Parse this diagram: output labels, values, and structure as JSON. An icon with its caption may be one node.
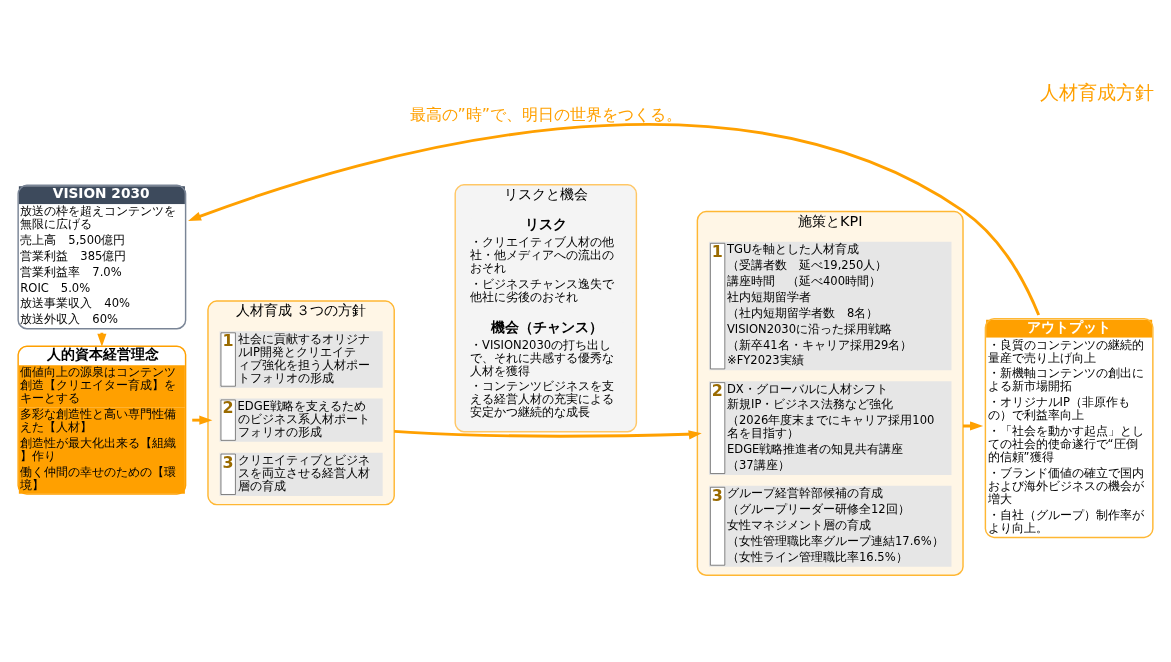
{
  "diagram": {
    "title": "人材育成方針",
    "nodes": [
      {
        "text": [
          "VISION 2030",
          "放送の枠を超えコンテンツを無限に広げる",
          "売上高　5,500億円",
          "営業利益　385億円",
          "営業利益率　7.0%",
          "ROIC　5.0%",
          "放送事業収入　40%",
          "放送外収入　60%"
        ]
      },
      {
        "text": [
          "人的資本経営理念",
          "価値向上の源泉はコンテンツ創造【クリエイター育成】をキーとする",
          "多彩な創造性と高い専門性備えた【人材】",
          "創造性が最大化出来る【組織】作り",
          "働く仲間の幸せのための【環境】"
        ]
      },
      {
        "text": [
          "人材育成 ３つの方針"
        ]
      },
      {
        "text": [
          "1",
          "社会に貢献するオリジナルIP開発とクリエイティブ強化を担う人材ポートフォリオの形成"
        ],
        "in": 2
      },
      {
        "text": [
          "2",
          "EDGE戦略を支えるためのビジネス系人材ポートフォリオの形成"
        ],
        "in": 2
      },
      {
        "text": [
          "3",
          "クリエイティブとビジネスを両立させる経営人材層の育成"
        ],
        "in": 2
      },
      {
        "text": [
          "リスクと機会"
        ]
      },
      {
        "text": [
          "リスク",
          "・クリエイティブ人材の他社・他メディアへの流出のおそれ",
          "・ビジネスチャンス逸失で他社に劣後のおそれ"
        ],
        "in": 6
      },
      {
        "text": [
          "機会（チャンス）",
          "・VISION2030の打ち出しで、それに共感する優秀な人材を獲得",
          "・コンテンツビジネスを支える経営人材の充実による安定かつ継続的な成長"
        ],
        "in": 6
      },
      {
        "text": [
          "施策とKPI"
        ]
      },
      {
        "text": [
          "1",
          "TGUを軸とした人材育成",
          "（受講者数　延べ19,250人）",
          "講座時間　（延べ400時間）",
          "社内短期留学者",
          "（社内短期留学者数　8名）",
          "VISION2030に沿った採用戦略",
          "（新卒41名・キャリア採用29名）",
          "※FY2023実績"
        ],
        "in": 9
      },
      {
        "text": [
          "2",
          "DX・グローバルに人材シフト",
          "新規IP・ビジネス法務など強化",
          "（2026年度末までにキャリア採用100名を目指す）",
          "EDGE戦略推進者の知見共有講座",
          "（37講座）"
        ],
        "in": 9
      },
      {
        "text": [
          "3",
          "グループ経営幹部候補の育成",
          "（グループリーダー研修全12回）",
          "女性マネジメント層の育成",
          "（女性管理職比率グループ連結17.6%）",
          "（女性ライン管理職比率16.5%）"
        ],
        "in": 9
      },
      {
        "text": [
          "アウトプット",
          "・良質のコンテンツの継続的量産で売り上げ向上",
          "・新機軸コンテンツの創出による新市場開拓",
          "・オリジナルIP（非原作もの）で利益率向上",
          "・「社会を動かす起点」としての社会的使命遂行で“圧倒的信頼”獲得",
          "・ブランド価値の確立で国内および海外ビジネスの機会が増大",
          "・自社（グループ）制作率がより向上。"
        ]
      }
    ],
    "edges": [
      {
        "from": 0,
        "to": 1,
        "arrow": "to"
      },
      {
        "from": 1,
        "to": 2,
        "arrow": "to"
      },
      {
        "from": 2,
        "to": 9,
        "arrow": "to"
      },
      {
        "from": 9,
        "to": 13,
        "arrow": "to"
      },
      {
        "from": 13,
        "to": 0,
        "arrow": "to",
        "label": "最高の”時”で、明日の世界をつくる。"
      }
    ]
  }
}
